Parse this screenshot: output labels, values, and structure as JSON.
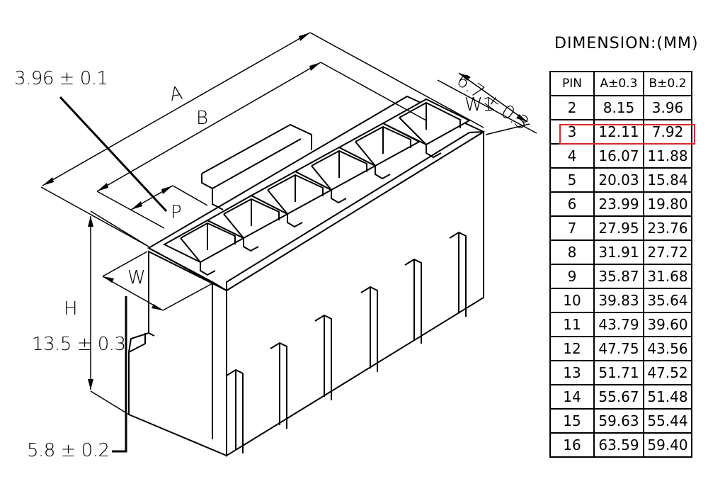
{
  "title": "DIMENSION:(MM)",
  "table": {
    "headers": [
      "PIN",
      "A±0.3",
      "B±0.2"
    ],
    "rows": [
      {
        "pin": "2",
        "a": "8.15",
        "b": "3.96"
      },
      {
        "pin": "3",
        "a": "12.11",
        "b": "7.92",
        "highlighted": true
      },
      {
        "pin": "4",
        "a": "16.07",
        "b": "11.88"
      },
      {
        "pin": "5",
        "a": "20.03",
        "b": "15.84"
      },
      {
        "pin": "6",
        "a": "23.99",
        "b": "19.80"
      },
      {
        "pin": "7",
        "a": "27.95",
        "b": "23.76"
      },
      {
        "pin": "8",
        "a": "31.91",
        "b": "27.72"
      },
      {
        "pin": "9",
        "a": "35.87",
        "b": "31.68"
      },
      {
        "pin": "10",
        "a": "39.83",
        "b": "35.64"
      },
      {
        "pin": "11",
        "a": "43.79",
        "b": "39.60"
      },
      {
        "pin": "12",
        "a": "47.75",
        "b": "43.56"
      },
      {
        "pin": "13",
        "a": "51.71",
        "b": "47.52"
      },
      {
        "pin": "14",
        "a": "55.67",
        "b": "51.48"
      },
      {
        "pin": "15",
        "a": "59.63",
        "b": "55.44"
      },
      {
        "pin": "16",
        "a": "63.59",
        "b": "59.40"
      }
    ]
  },
  "labels": {
    "pitch": "3.96 ± 0.1",
    "a": "A",
    "b": "B",
    "p": "P",
    "w": "W",
    "w1": "W1",
    "depth": "6.7 ± 0.3",
    "h": "H",
    "height": "13.5 ± 0.3",
    "base": "5.8 ± 0.2"
  },
  "colors": {
    "line": "#000000",
    "highlight": "#d9262a",
    "background": "#ffffff"
  }
}
